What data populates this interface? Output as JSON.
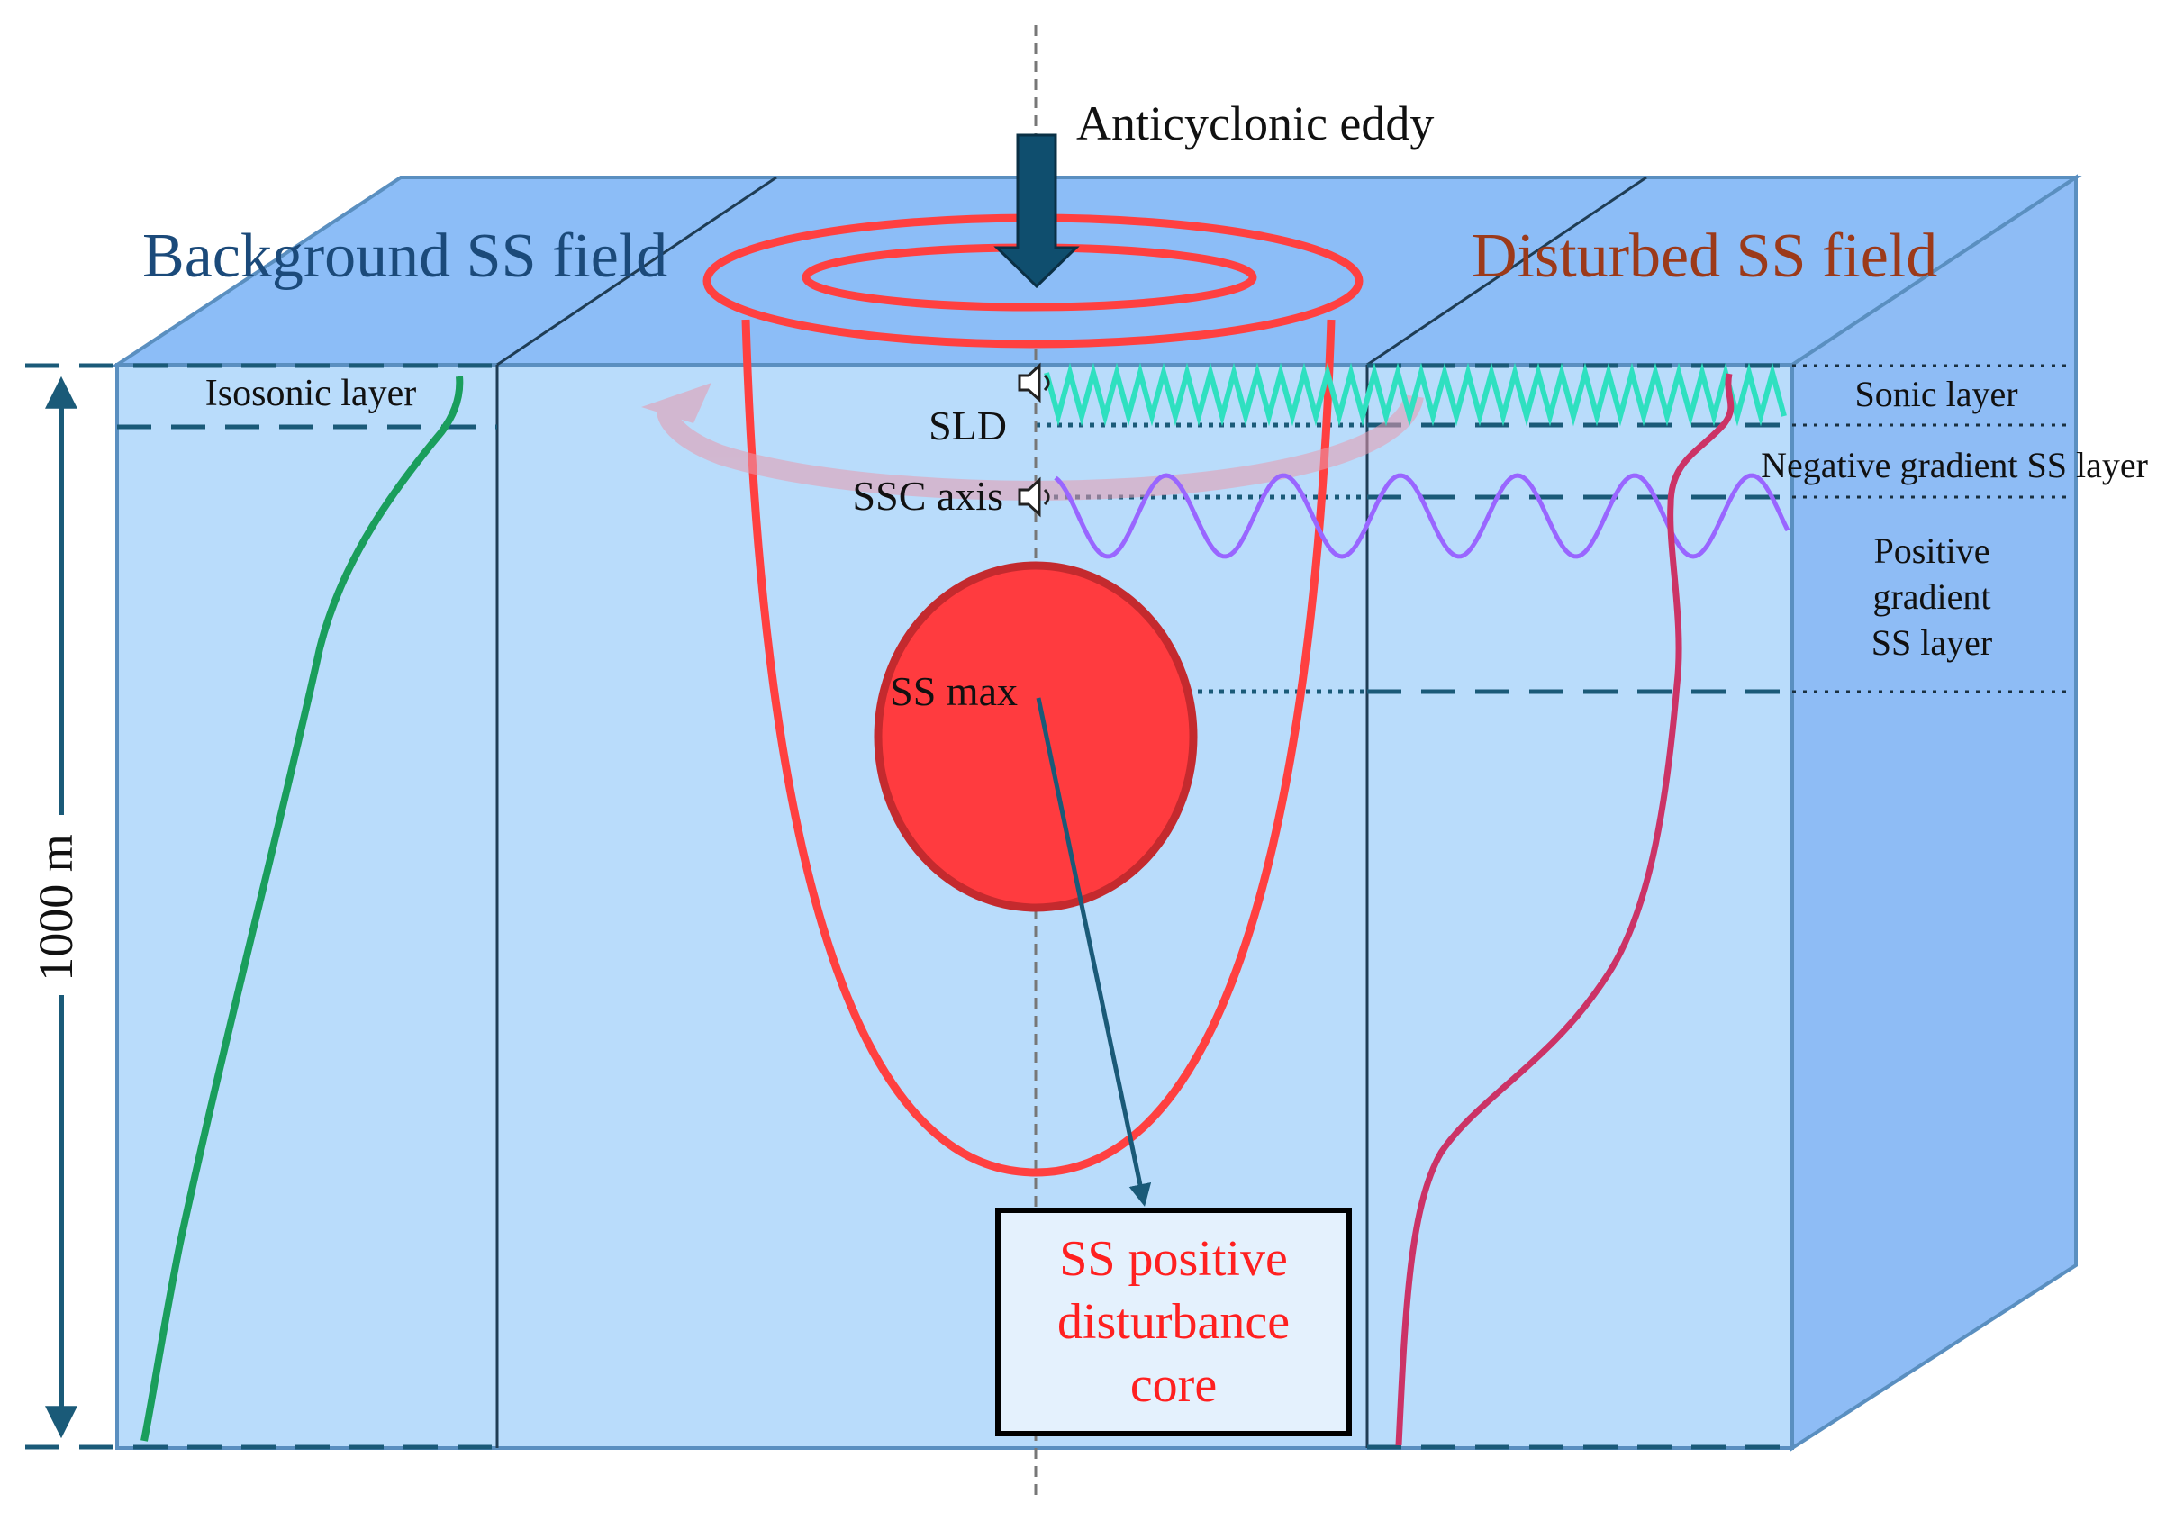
{
  "arrow_label": "Anticyclonic eddy",
  "panels": {
    "background_title": "Background SS field",
    "disturbed_title": "Disturbed SS field"
  },
  "depth_label": "1000 m",
  "background_layer": "Isosonic layer",
  "center_labels": {
    "sld": "SLD",
    "ssc_axis": "SSC axis",
    "ss_max": "SS max"
  },
  "right_layers": {
    "sonic": "Sonic layer",
    "negative": "Negative gradient SS layer",
    "positive_line1": "Positive",
    "positive_line2": "gradient",
    "positive_line3": "SS layer"
  },
  "core_box": {
    "line1": "SS positive",
    "line2": "disturbance",
    "line3": "core"
  },
  "colors": {
    "box_front": "#b9dcfb",
    "box_top": "#8cbdf7",
    "box_side": "#8ebcf5",
    "box_edge": "#5a8fc0",
    "eddy_red": "#ff4040",
    "core_fill": "#ff3b3f",
    "core_edge": "#c42a2e",
    "background_profile": "#1a9e5c",
    "disturbed_profile": "#cc3366",
    "sonic_wave": "#2fe0c0",
    "ssc_wave": "#9966ff",
    "dark_teal": "#1a5a78",
    "title_blue": "#1b4a7a",
    "title_red": "#9c3a1a",
    "text_red": "#ff2020"
  },
  "icons": [
    "speaker-icon",
    "speaker-icon"
  ]
}
